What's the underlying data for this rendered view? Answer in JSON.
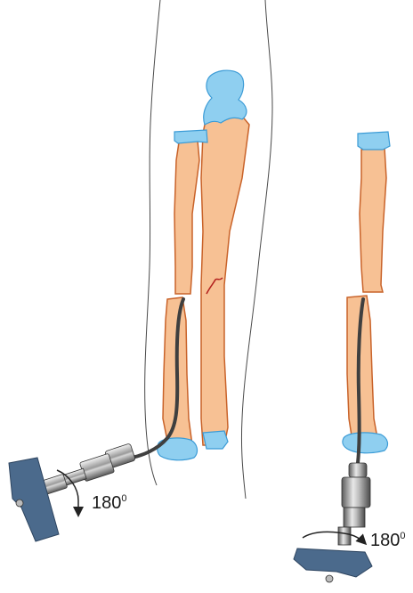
{
  "labels": {
    "left_rotation_value": "180",
    "left_rotation_unit": "0",
    "right_rotation_value": "180",
    "right_rotation_unit": "0"
  },
  "colors": {
    "bone_fill": "#f7c194",
    "bone_outline": "#c9632a",
    "cartilage_fill": "#8fcff0",
    "cartilage_outline": "#3b9bd6",
    "fracture_line": "#b3201d",
    "leg_outline": "#4a4a4a",
    "nail_wire": "#3f3f3f",
    "device_body": "#e4e4e4",
    "device_base": "#4b6a8c",
    "arrow": "#222222"
  },
  "icons": [
    "intramedullary-nail",
    "drill-handpiece",
    "rotation-arrow"
  ]
}
